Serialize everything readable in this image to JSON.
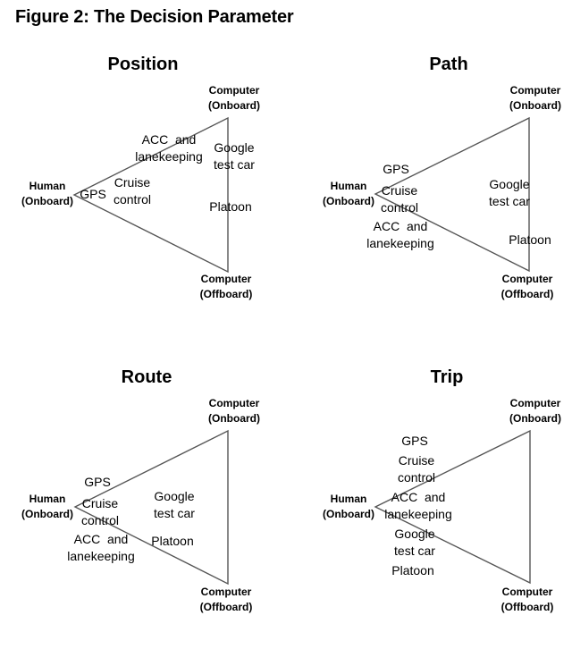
{
  "figure": {
    "title": "Figure 2: The Decision Parameter",
    "line_color": "#555555"
  },
  "vertex_labels": {
    "top_right": [
      "Computer",
      "(Onboard)"
    ],
    "bottom_right": [
      "Computer",
      "(Offboard)"
    ],
    "left": [
      "Human",
      "(Onboard)"
    ]
  },
  "panels": [
    {
      "title": "Position",
      "items": [
        {
          "lines": [
            "ACC  and",
            "lanekeeping"
          ]
        },
        {
          "lines": [
            "Google",
            "test car"
          ]
        },
        {
          "lines": [
            "GPS"
          ]
        },
        {
          "lines": [
            "Cruise",
            "control"
          ]
        },
        {
          "lines": [
            "Platoon"
          ]
        }
      ]
    },
    {
      "title": "Path",
      "items": [
        {
          "lines": [
            "GPS"
          ]
        },
        {
          "lines": [
            "Cruise",
            "control"
          ]
        },
        {
          "lines": [
            "ACC  and",
            "lanekeeping"
          ]
        },
        {
          "lines": [
            "Google",
            "test car"
          ]
        },
        {
          "lines": [
            "Platoon"
          ]
        }
      ]
    },
    {
      "title": "Route",
      "items": [
        {
          "lines": [
            "GPS"
          ]
        },
        {
          "lines": [
            "Cruise",
            "control"
          ]
        },
        {
          "lines": [
            "ACC  and",
            "lanekeeping"
          ]
        },
        {
          "lines": [
            "Google",
            "test car"
          ]
        },
        {
          "lines": [
            "Platoon"
          ]
        }
      ]
    },
    {
      "title": "Trip",
      "items": [
        {
          "lines": [
            "GPS"
          ]
        },
        {
          "lines": [
            "Cruise",
            "control"
          ]
        },
        {
          "lines": [
            "ACC  and",
            "lanekeeping"
          ]
        },
        {
          "lines": [
            "Google",
            "test car"
          ]
        },
        {
          "lines": [
            "Platoon"
          ]
        }
      ]
    }
  ]
}
